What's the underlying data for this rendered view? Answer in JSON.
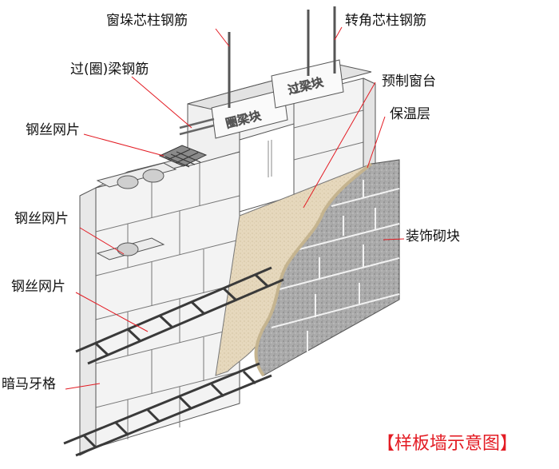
{
  "labels": {
    "window_core_rebar": "窗垛芯柱钢筋",
    "corner_core_rebar": "转角芯柱钢筋",
    "ring_beam_rebar": "过(圈)梁钢筋",
    "precast_sill": "预制窗台",
    "mesh_1": "钢丝网片",
    "insulation": "保温层",
    "mesh_2": "钢丝网片",
    "decorative_block": "装饰砌块",
    "mesh_3": "钢丝网片",
    "hidden_toothing": "暗马牙格"
  },
  "blocks": {
    "ring_beam_block": "圈梁块",
    "lintel_block": "过梁块"
  },
  "title": "【样板墙示意图】",
  "colors": {
    "leader": "#e31b23",
    "title": "#e31b23",
    "block_face": "#f4f4f4",
    "decorative_block": "#a9a9a9",
    "insulation": "#e4d6bc",
    "mesh": "#3a3a3a"
  }
}
